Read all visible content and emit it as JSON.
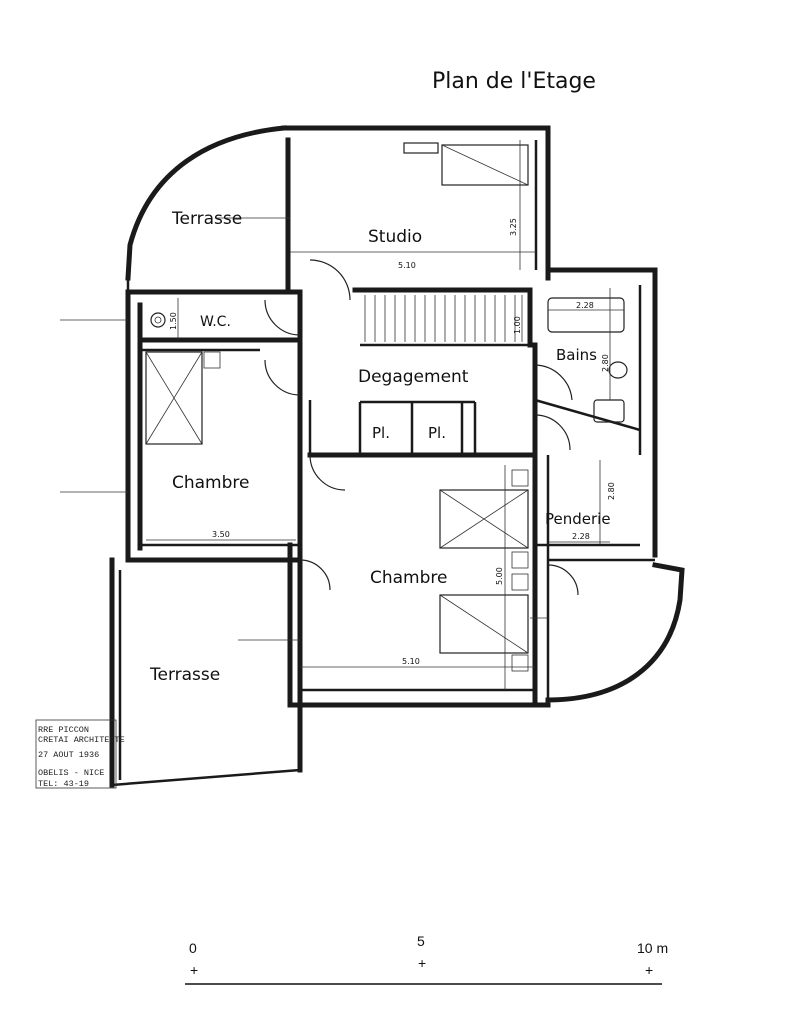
{
  "title": "Plan de l'Etage",
  "rooms": {
    "terrasse_top": "Terrasse",
    "studio": "Studio",
    "wc": "W.C.",
    "bains": "Bains",
    "degagement": "Degagement",
    "placard_1": "Pl.",
    "placard_2": "Pl.",
    "chambre_left": "Chambre",
    "penderie": "Penderie",
    "chambre_center": "Chambre",
    "terrasse_bottom": "Terrasse"
  },
  "dimensions": {
    "studio_width": "5.10",
    "studio_depth": "3.25",
    "wc_depth": "1.50",
    "stair_depth": "1.00",
    "bath_width": "2.28",
    "bath_depth": "2.80",
    "penderie_depth": "2.80",
    "penderie_width": "2.28",
    "chambre_left_width": "3.50",
    "chambre_center_depth": "5.00",
    "chambre_center_width": "5.10"
  },
  "stamp": {
    "line1": "RRE PICCON",
    "line2": "CRETAI ARCHITECTE",
    "line3": "27 AOUT 1936",
    "line4": "OBELIS - NICE",
    "line5": "TEL: 43-19"
  },
  "scale": {
    "mark_0": "0",
    "mark_5": "5",
    "mark_10": "10 m",
    "plus": "+"
  }
}
